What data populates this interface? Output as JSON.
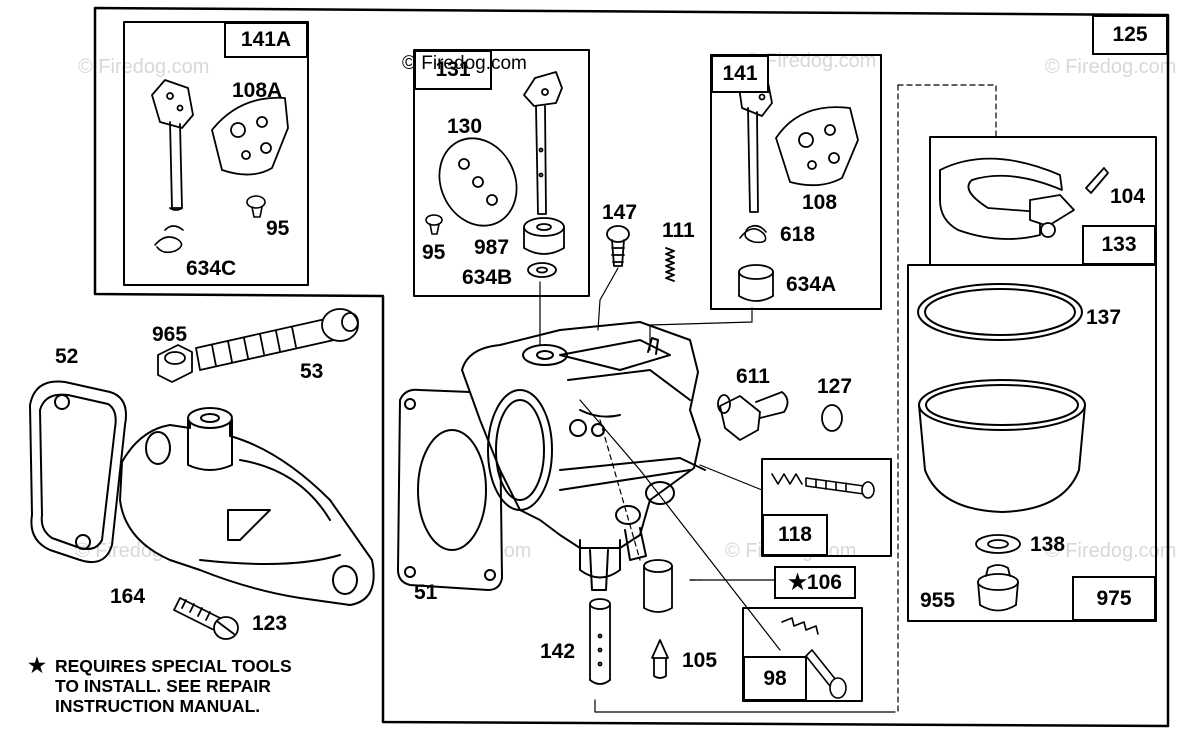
{
  "watermark": {
    "text": "© Firedog.com",
    "header_text": "© Firedog.com"
  },
  "callouts": {
    "c141A": "141A",
    "c131": "131",
    "c141": "141",
    "c125": "125",
    "c133": "133",
    "c118": "118",
    "c106": "106",
    "c98": "98",
    "c975": "975"
  },
  "parts": {
    "p108A": "108A",
    "p95a": "95",
    "p634C": "634C",
    "p130": "130",
    "p95b": "95",
    "p987": "987",
    "p634B": "634B",
    "p147": "147",
    "p111": "111",
    "p108": "108",
    "p618": "618",
    "p634A": "634A",
    "p104": "104",
    "p137": "137",
    "p138": "138",
    "p955": "955",
    "p965": "965",
    "p52": "52",
    "p53": "53",
    "p611": "611",
    "p127": "127",
    "p51": "51",
    "p164": "164",
    "p123": "123",
    "p142": "142",
    "p105": "105"
  },
  "note": {
    "symbol": "★",
    "lines": [
      "REQUIRES SPECIAL TOOLS",
      "TO INSTALL.  SEE REPAIR",
      "INSTRUCTION MANUAL."
    ]
  },
  "special_tool_symbol": "★"
}
